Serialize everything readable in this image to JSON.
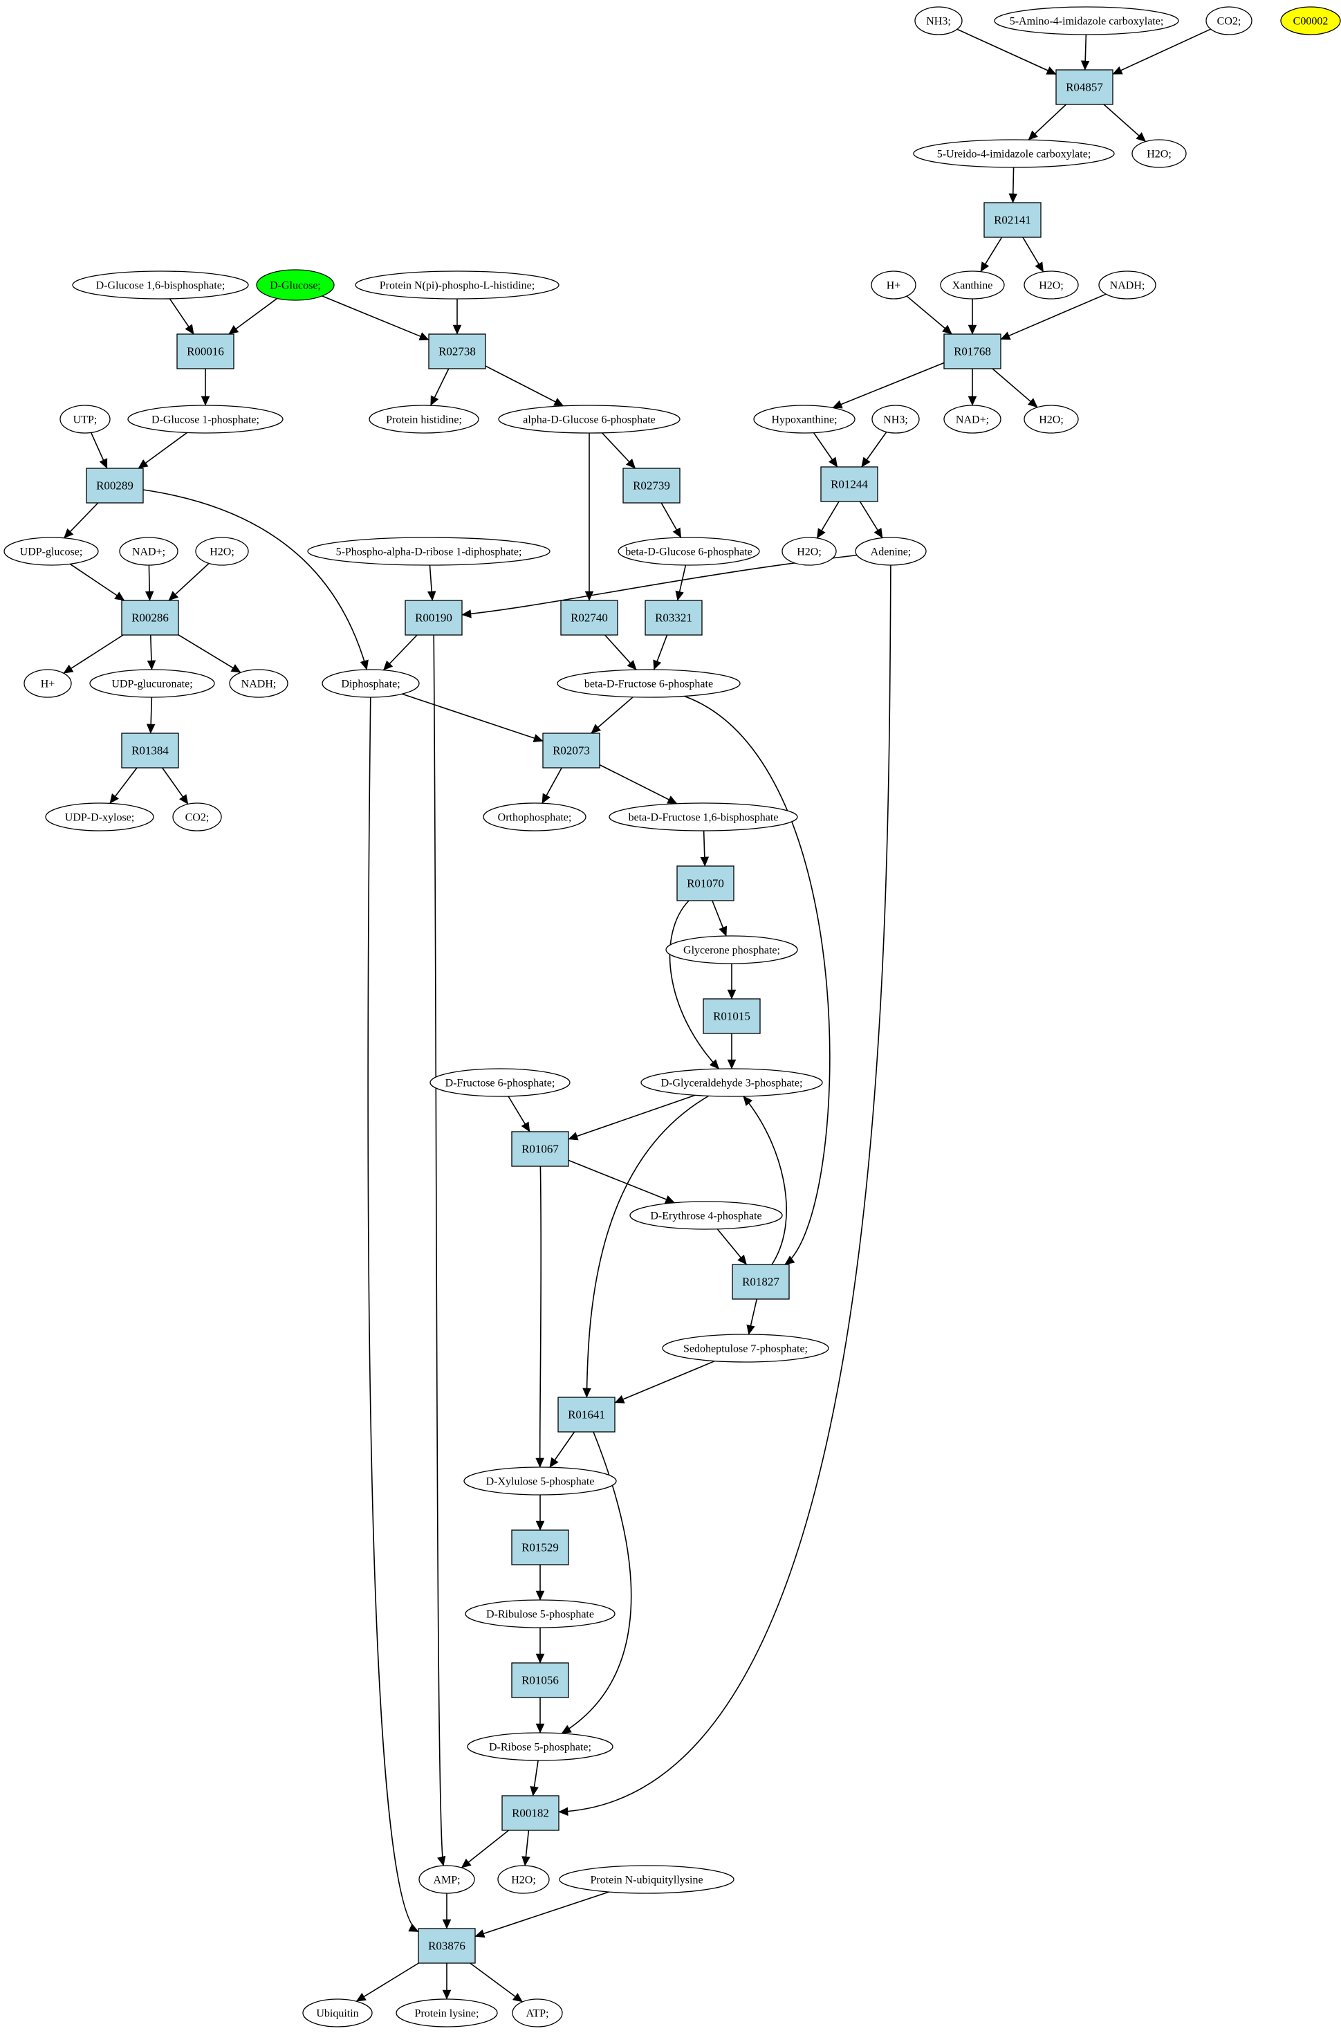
{
  "styles": {
    "reaction_fill": "#add8e6",
    "compound_fill": "#ffffff",
    "highlight_start_fill": "#00ff00",
    "highlight_target_fill": "#ffff00",
    "stroke": "#000000"
  },
  "nodes": [
    {
      "id": "NH3_1",
      "kind": "compound",
      "label": "NH3;"
    },
    {
      "id": "AIC",
      "kind": "compound",
      "label": "5-Amino-4-imidazole carboxylate;"
    },
    {
      "id": "CO2_1",
      "kind": "compound",
      "label": "CO2;"
    },
    {
      "id": "C00002",
      "kind": "compound",
      "label": "C00002",
      "fill": "highlight_target_fill"
    },
    {
      "id": "R04857",
      "kind": "reaction",
      "label": "R04857"
    },
    {
      "id": "UIC",
      "kind": "compound",
      "label": "5-Ureido-4-imidazole carboxylate;"
    },
    {
      "id": "H2O_1",
      "kind": "compound",
      "label": "H2O;"
    },
    {
      "id": "R02141",
      "kind": "reaction",
      "label": "R02141"
    },
    {
      "id": "Xanthine",
      "kind": "compound",
      "label": "Xanthine"
    },
    {
      "id": "H2O_2",
      "kind": "compound",
      "label": "H2O;"
    },
    {
      "id": "Hplus_1",
      "kind": "compound",
      "label": "H+"
    },
    {
      "id": "NADH_1",
      "kind": "compound",
      "label": "NADH;"
    },
    {
      "id": "R01768",
      "kind": "reaction",
      "label": "R01768"
    },
    {
      "id": "Hypoxanthine",
      "kind": "compound",
      "label": "Hypoxanthine;"
    },
    {
      "id": "NH3_2",
      "kind": "compound",
      "label": "NH3;"
    },
    {
      "id": "NADplus_1",
      "kind": "compound",
      "label": "NAD+;"
    },
    {
      "id": "H2O_3",
      "kind": "compound",
      "label": "H2O;"
    },
    {
      "id": "R01244",
      "kind": "reaction",
      "label": "R01244"
    },
    {
      "id": "H2O_4",
      "kind": "compound",
      "label": "H2O;"
    },
    {
      "id": "Adenine",
      "kind": "compound",
      "label": "Adenine;"
    },
    {
      "id": "G16BP",
      "kind": "compound",
      "label": "D-Glucose 1,6-bisphosphate;"
    },
    {
      "id": "DGlucose",
      "kind": "compound",
      "label": "D-Glucose;",
      "fill": "highlight_start_fill"
    },
    {
      "id": "PNpH",
      "kind": "compound",
      "label": "Protein N(pi)-phospho-L-histidine;"
    },
    {
      "id": "R00016",
      "kind": "reaction",
      "label": "R00016"
    },
    {
      "id": "R02738",
      "kind": "reaction",
      "label": "R02738"
    },
    {
      "id": "G1P",
      "kind": "compound",
      "label": "D-Glucose 1-phosphate;"
    },
    {
      "id": "ProtHis",
      "kind": "compound",
      "label": "Protein histidine;"
    },
    {
      "id": "aG6P",
      "kind": "compound",
      "label": "alpha-D-Glucose 6-phosphate"
    },
    {
      "id": "UTP",
      "kind": "compound",
      "label": "UTP;"
    },
    {
      "id": "R00289",
      "kind": "reaction",
      "label": "R00289"
    },
    {
      "id": "R02739",
      "kind": "reaction",
      "label": "R02739"
    },
    {
      "id": "UDPGlc",
      "kind": "compound",
      "label": "UDP-glucose;"
    },
    {
      "id": "NADplus_2",
      "kind": "compound",
      "label": "NAD+;"
    },
    {
      "id": "H2O_5",
      "kind": "compound",
      "label": "H2O;"
    },
    {
      "id": "PRPP",
      "kind": "compound",
      "label": "5-Phospho-alpha-D-ribose 1-diphosphate;"
    },
    {
      "id": "bG6P",
      "kind": "compound",
      "label": "beta-D-Glucose 6-phosphate"
    },
    {
      "id": "R00286",
      "kind": "reaction",
      "label": "R00286"
    },
    {
      "id": "R00190",
      "kind": "reaction",
      "label": "R00190"
    },
    {
      "id": "R02740",
      "kind": "reaction",
      "label": "R02740"
    },
    {
      "id": "R03321",
      "kind": "reaction",
      "label": "R03321"
    },
    {
      "id": "Hplus_2",
      "kind": "compound",
      "label": "H+"
    },
    {
      "id": "UDPGlcA",
      "kind": "compound",
      "label": "UDP-glucuronate;"
    },
    {
      "id": "NADH_2",
      "kind": "compound",
      "label": "NADH;"
    },
    {
      "id": "Diphosphate",
      "kind": "compound",
      "label": "Diphosphate;"
    },
    {
      "id": "bF6P",
      "kind": "compound",
      "label": "beta-D-Fructose 6-phosphate"
    },
    {
      "id": "R01384",
      "kind": "reaction",
      "label": "R01384"
    },
    {
      "id": "R02073",
      "kind": "reaction",
      "label": "R02073"
    },
    {
      "id": "UDPXyl",
      "kind": "compound",
      "label": "UDP-D-xylose;"
    },
    {
      "id": "CO2_2",
      "kind": "compound",
      "label": "CO2;"
    },
    {
      "id": "Orthophosphate",
      "kind": "compound",
      "label": "Orthophosphate;"
    },
    {
      "id": "bF16BP",
      "kind": "compound",
      "label": "beta-D-Fructose 1,6-bisphosphate"
    },
    {
      "id": "R01070",
      "kind": "reaction",
      "label": "R01070"
    },
    {
      "id": "GlyceroneP",
      "kind": "compound",
      "label": "Glycerone phosphate;"
    },
    {
      "id": "R01015",
      "kind": "reaction",
      "label": "R01015"
    },
    {
      "id": "DF6P",
      "kind": "compound",
      "label": "D-Fructose 6-phosphate;"
    },
    {
      "id": "G3P",
      "kind": "compound",
      "label": "D-Glyceraldehyde 3-phosphate;"
    },
    {
      "id": "R01067",
      "kind": "reaction",
      "label": "R01067"
    },
    {
      "id": "E4P",
      "kind": "compound",
      "label": "D-Erythrose 4-phosphate"
    },
    {
      "id": "R01827",
      "kind": "reaction",
      "label": "R01827"
    },
    {
      "id": "S7P",
      "kind": "compound",
      "label": "Sedoheptulose 7-phosphate;"
    },
    {
      "id": "R01641",
      "kind": "reaction",
      "label": "R01641"
    },
    {
      "id": "Xu5P",
      "kind": "compound",
      "label": "D-Xylulose 5-phosphate"
    },
    {
      "id": "R01529",
      "kind": "reaction",
      "label": "R01529"
    },
    {
      "id": "Ru5P",
      "kind": "compound",
      "label": "D-Ribulose 5-phosphate"
    },
    {
      "id": "R01056",
      "kind": "reaction",
      "label": "R01056"
    },
    {
      "id": "R5P",
      "kind": "compound",
      "label": "D-Ribose 5-phosphate;"
    },
    {
      "id": "R00182",
      "kind": "reaction",
      "label": "R00182"
    },
    {
      "id": "AMP",
      "kind": "compound",
      "label": "AMP;"
    },
    {
      "id": "H2O_6",
      "kind": "compound",
      "label": "H2O;"
    },
    {
      "id": "PNUL",
      "kind": "compound",
      "label": "Protein N-ubiquityllysine"
    },
    {
      "id": "R03876",
      "kind": "reaction",
      "label": "R03876"
    },
    {
      "id": "Ubiquitin",
      "kind": "compound",
      "label": "Ubiquitin"
    },
    {
      "id": "ProtLys",
      "kind": "compound",
      "label": "Protein lysine;"
    },
    {
      "id": "ATP",
      "kind": "compound",
      "label": "ATP;"
    }
  ]
}
